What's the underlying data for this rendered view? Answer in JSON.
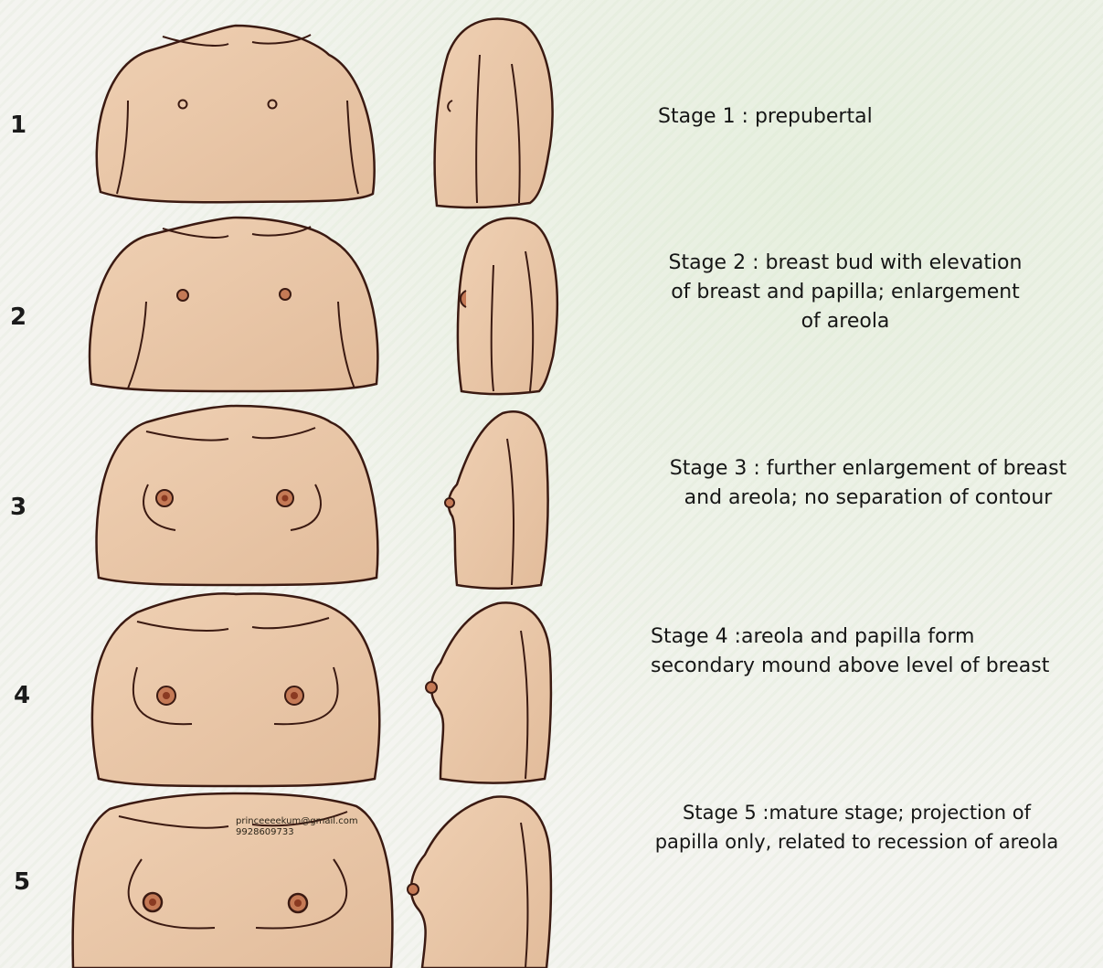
{
  "stages": [
    {
      "number": "1",
      "caption_lines": [
        "Stage  1 : prepubertal"
      ]
    },
    {
      "number": "2",
      "caption_lines": [
        "Stage 2 : breast bud with elevation",
        "of breast and papilla; enlargement",
        "of areola"
      ]
    },
    {
      "number": "3",
      "caption_lines": [
        "Stage 3 : further enlargement of breast",
        "and areola; no separation of contour"
      ]
    },
    {
      "number": "4",
      "caption_lines": [
        "Stage 4 :areola and papilla form",
        "secondary mound above level of breast"
      ]
    },
    {
      "number": "5",
      "caption_lines": [
        "Stage 5 :mature stage; projection of",
        "papilla only, related to recession of areola"
      ]
    }
  ],
  "watermark": {
    "email": "princeeeekum@gmail.com",
    "phone": "9928609733"
  },
  "colors": {
    "skin": "#e9c7a8",
    "outline": "#3b1a12",
    "nipple": "#b05a3c",
    "background": "#f4f4f0"
  }
}
